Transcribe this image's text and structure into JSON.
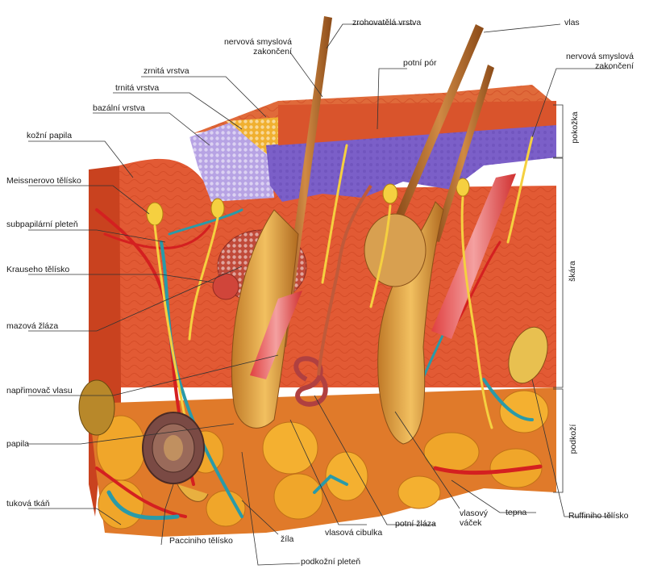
{
  "labels": {
    "zrohovatela_vrstva": "zrohovatělá vrstva",
    "vlas": "vlas",
    "nervova_zakonceni_1_line1": "nervová smyslová",
    "nervova_zakonceni_1_line2": "zakončení",
    "potni_por": "potní pór",
    "nervova_zakonceni_2_line1": "nervová smyslová",
    "nervova_zakonceni_2_line2": "zakončení",
    "zrnita_vrstva": "zrnitá vrstva",
    "trnita_vrstva": "trnitá vrstva",
    "bazalni_vrstva": "bazální vrstva",
    "kozni_papila": "kožní papila",
    "meissnerovo_telisko": "Meissnerovo tělísko",
    "subpapilarni_plet": "subpapilární pleteň",
    "krauseho_telisko": "Krauseho tělísko",
    "mazova_zlaza": "mazová žláza",
    "naprimovac_vlasu": "napřimovač vlasu",
    "papila": "papila",
    "tukova_tkan": "tuková tkáň",
    "pacciniho_telisko": "Pacciniho tělísko",
    "zila": "žíla",
    "vlasova_cibulka": "vlasová cibulka",
    "potni_zlaza": "potní žláza",
    "vlasovy_vacek_line1": "vlasový",
    "vlasovy_vacek_line2": "váček",
    "tepna": "tepna",
    "ruffiniho_telisko": "Ruffiniho tělísko",
    "pokozka": "pokožka",
    "skara": "škára",
    "podkozi": "podkoží"
  },
  "colors": {
    "dermis": "#e25a34",
    "dermis_dark": "#c23a1c",
    "epidermis_top": "#e06a3a",
    "corneum": "#f0b030",
    "basal": "#7b5fc8",
    "spinous": "#b7a3e4",
    "fat": "#f0a62a",
    "hair": "#b26a2a",
    "follicle": "#e6a040",
    "artery": "#d42020",
    "vein": "#2a9aa8",
    "nerve": "#f5d040"
  }
}
